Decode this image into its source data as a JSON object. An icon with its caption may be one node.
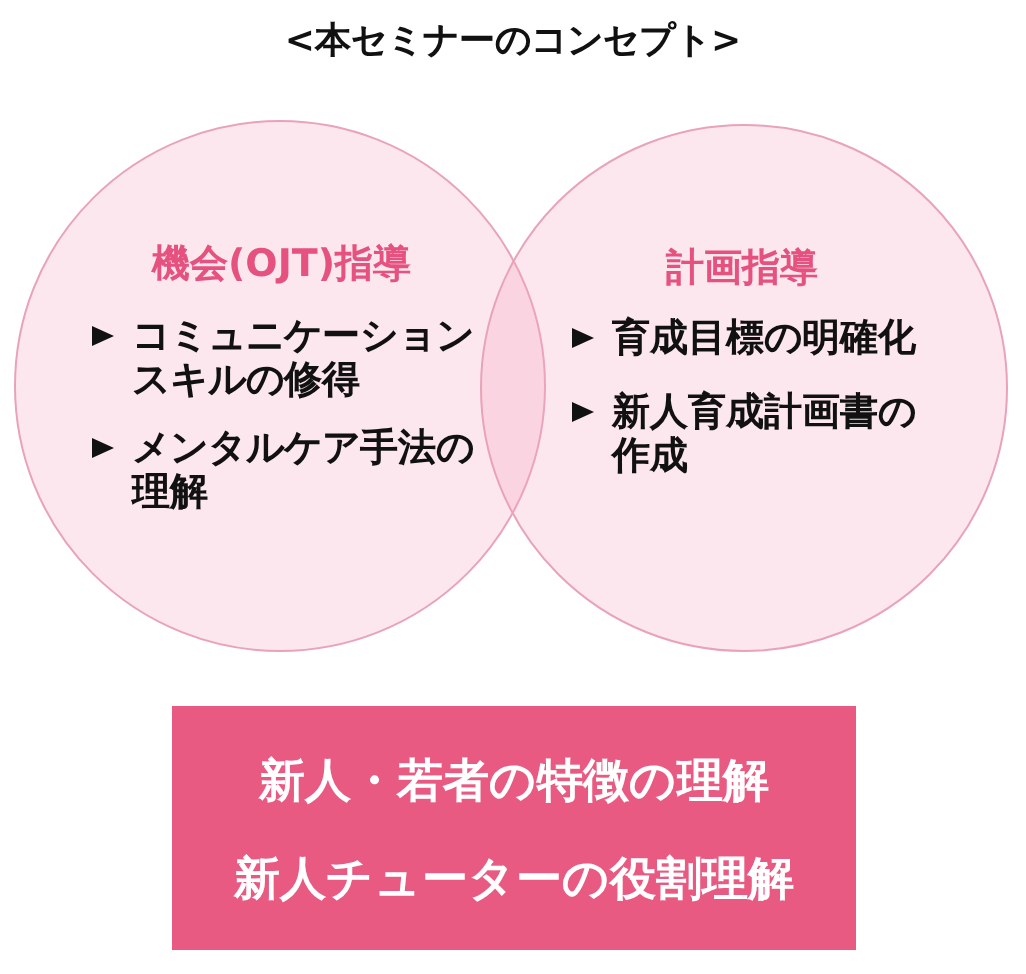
{
  "diagram": {
    "title": "<本セミナーのコンセプト>",
    "nodes": [
      {
        "text": [
          "機会(OJT)指導",
          "コミュニケーションスキルの修得",
          "メンタルケア手法の理解"
        ]
      },
      {
        "text": [
          "計画指導",
          "育成目標の明確化",
          "新人育成計画書の作成"
        ]
      },
      {
        "text": [
          "新人・若者の特徴の理解",
          "新人チューターの役割理解"
        ]
      }
    ]
  }
}
